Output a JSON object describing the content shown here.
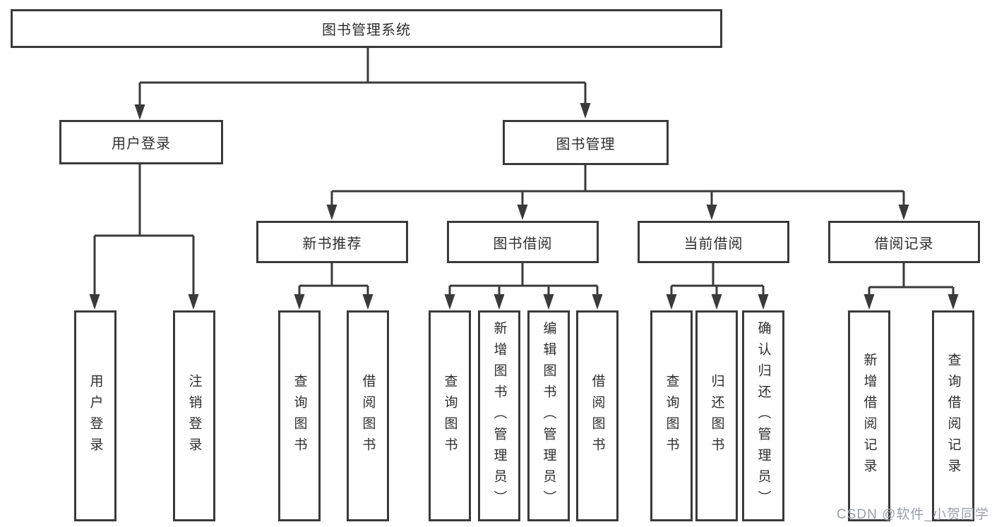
{
  "diagram": {
    "title": "图书管理系统",
    "level2": {
      "user_login": "用户登录",
      "book_mgmt": "图书管理"
    },
    "level3": {
      "new_book": "新书推荐",
      "book_borrow": "图书借阅",
      "current_borrow": "当前借阅",
      "borrow_record": "借阅记录"
    },
    "leaves": {
      "user_login": [
        "用户登录",
        "注销登录"
      ],
      "new_book": [
        "查询图书",
        "借阅图书"
      ],
      "book_borrow": [
        "查询图书",
        "新增图书（管理员）",
        "编辑图书（管理员）",
        "借阅图书"
      ],
      "current_borrow": [
        "查询图书",
        "归还图书",
        "确认归还（管理员）"
      ],
      "borrow_record": [
        "新增借阅记录",
        "查询借阅记录"
      ]
    }
  },
  "colors": {
    "line": "#3a3a3a",
    "text": "#2e2e2e",
    "watermark_text_color": "#9aa0a8"
  },
  "watermark": "CSDN @软件_小贺同学"
}
